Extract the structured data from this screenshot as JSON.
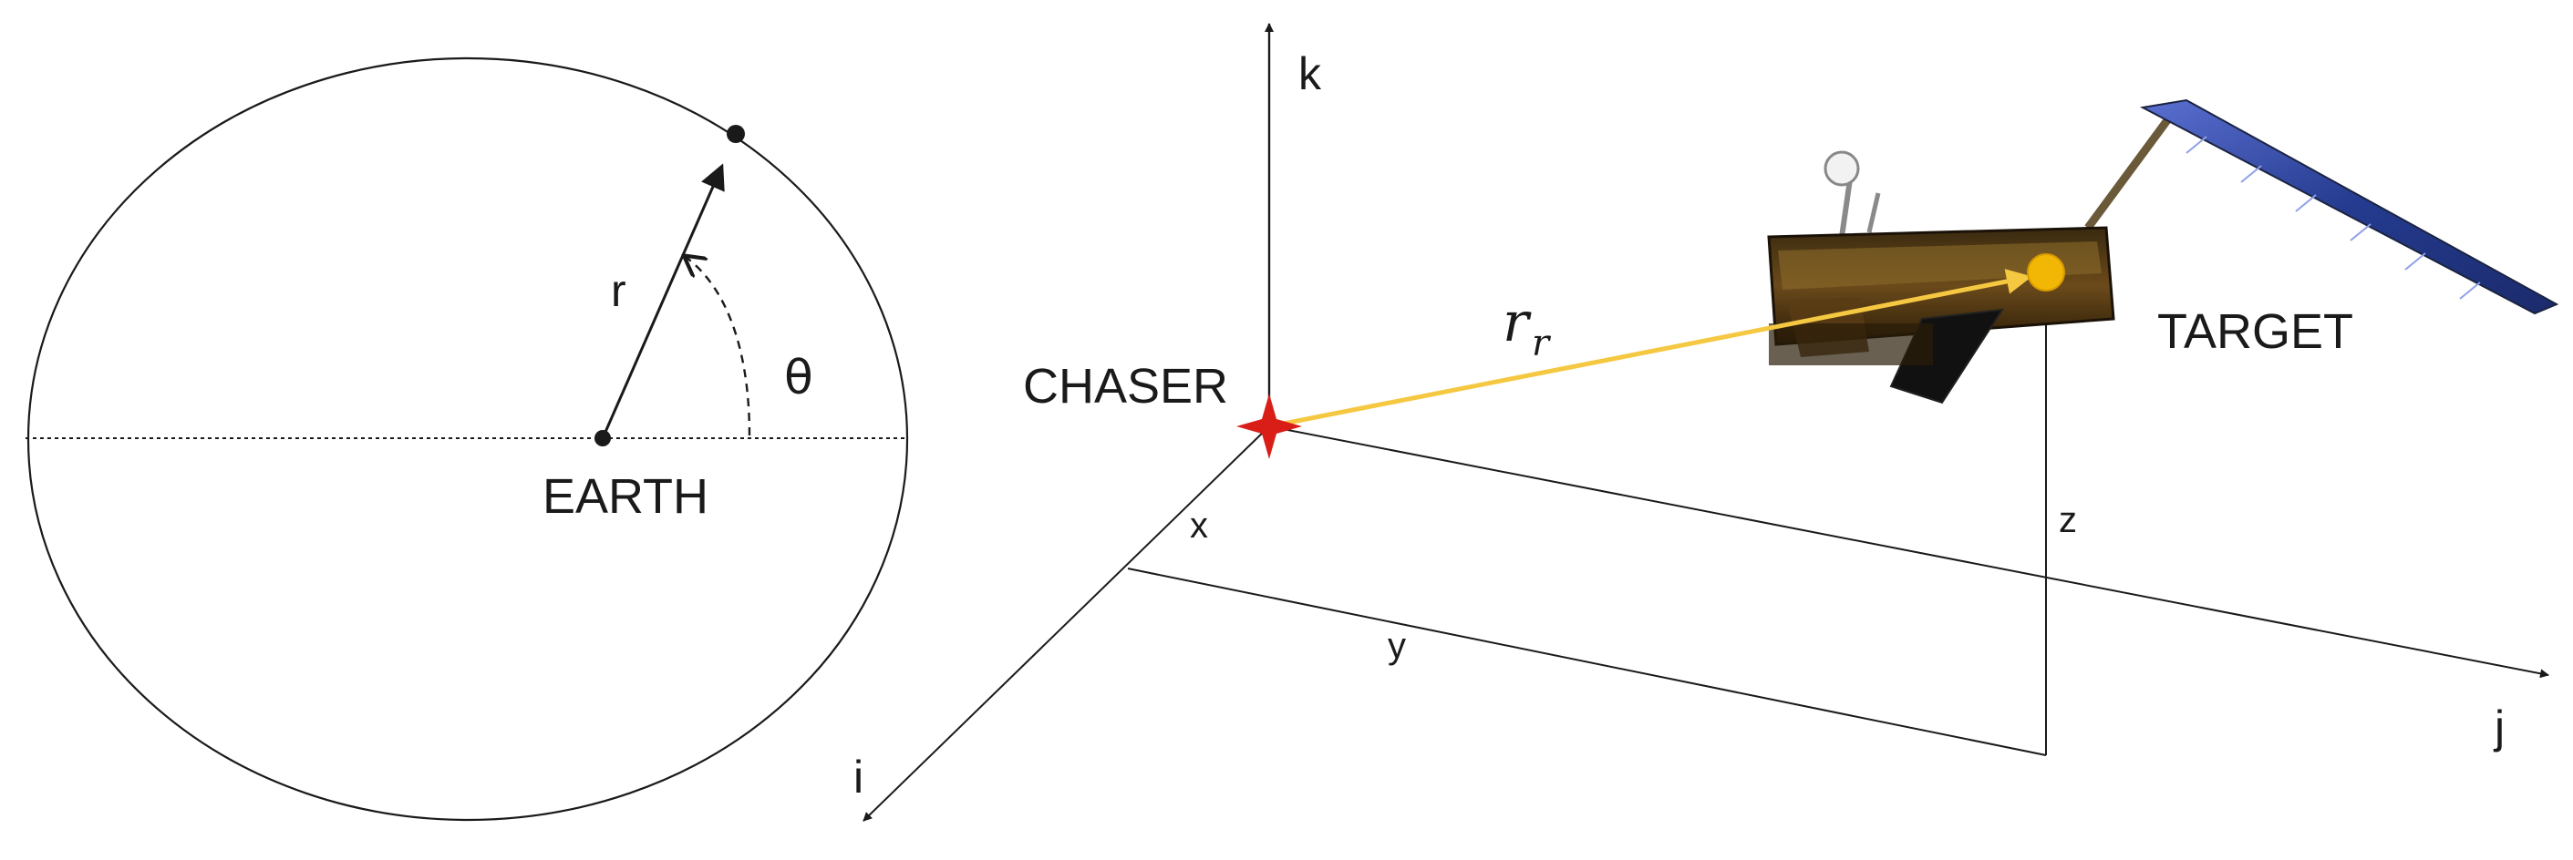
{
  "orbit": {
    "center_label": "EARTH",
    "radius_label": "r",
    "angle_label": "θ"
  },
  "frame": {
    "chaser_label": "CHASER",
    "target_label": "TARGET",
    "relative_vector_label": "r",
    "relative_vector_subscript": "r",
    "axis_k": "k",
    "axis_j": "j",
    "axis_i": "i",
    "comp_x": "x",
    "comp_y": "y",
    "comp_z": "z"
  },
  "colors": {
    "line": "#1a1a1a",
    "relative_vector": "#f5c842",
    "target_point": "#f2b705",
    "chaser_star": "#d91e18",
    "panel": "#2f3d8f"
  },
  "icons": {
    "chaser": "red-star-icon",
    "target": "satellite-icon"
  }
}
